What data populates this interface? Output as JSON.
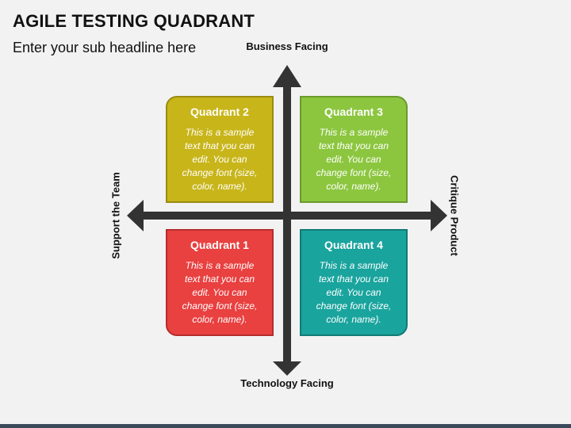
{
  "slide": {
    "title": "AGILE TESTING QUADRANT",
    "subtitle": "Enter your sub headline here"
  },
  "axes": {
    "top": "Business Facing",
    "bottom": "Technology Facing",
    "left": "Support the Team",
    "right": "Critique Product"
  },
  "quadrants": [
    {
      "title": "Quadrant 1",
      "text": "This is a sample text that you can edit. You can change font (size, color, name).",
      "color": "#e94040"
    },
    {
      "title": "Quadrant 2",
      "text": "This is a sample text that you can edit. You can change font (size, color, name).",
      "color": "#c8b51a"
    },
    {
      "title": "Quadrant 3",
      "text": "This is a sample text that you can edit. You can change font (size, color, name).",
      "color": "#8cc63f"
    },
    {
      "title": "Quadrant 4",
      "text": "This is a sample text that you can edit. You can change font (size, color, name).",
      "color": "#1aa49e"
    }
  ],
  "colors": {
    "arrow": "#333333",
    "footer": "#3b4a5a"
  }
}
